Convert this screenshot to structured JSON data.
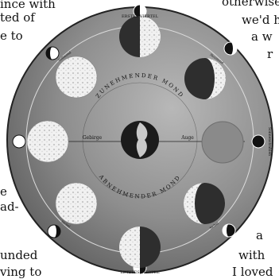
{
  "text_fragments": [
    "ince with",
    "ted of",
    "e to",
    "e",
    "ad-",
    "unded",
    "ving to",
    "otherwise",
    "we'd h",
    "a w",
    "r",
    "a",
    "with",
    "I loved"
  ],
  "plate": {
    "top_label": "ERSTES VIERTEL",
    "bottom_label": "LETZTES VIERTEL",
    "upper_arc": "ZUNEHMENDER MOND",
    "lower_arc": "ABNEHMENDER MOND",
    "axis_left": "Gebirge",
    "axis_right": "Auge",
    "right_edge": "Sonnenstrahlen",
    "small_labels": [
      "Neumond",
      "Vollmond",
      "Sichel",
      "Sichel"
    ]
  }
}
